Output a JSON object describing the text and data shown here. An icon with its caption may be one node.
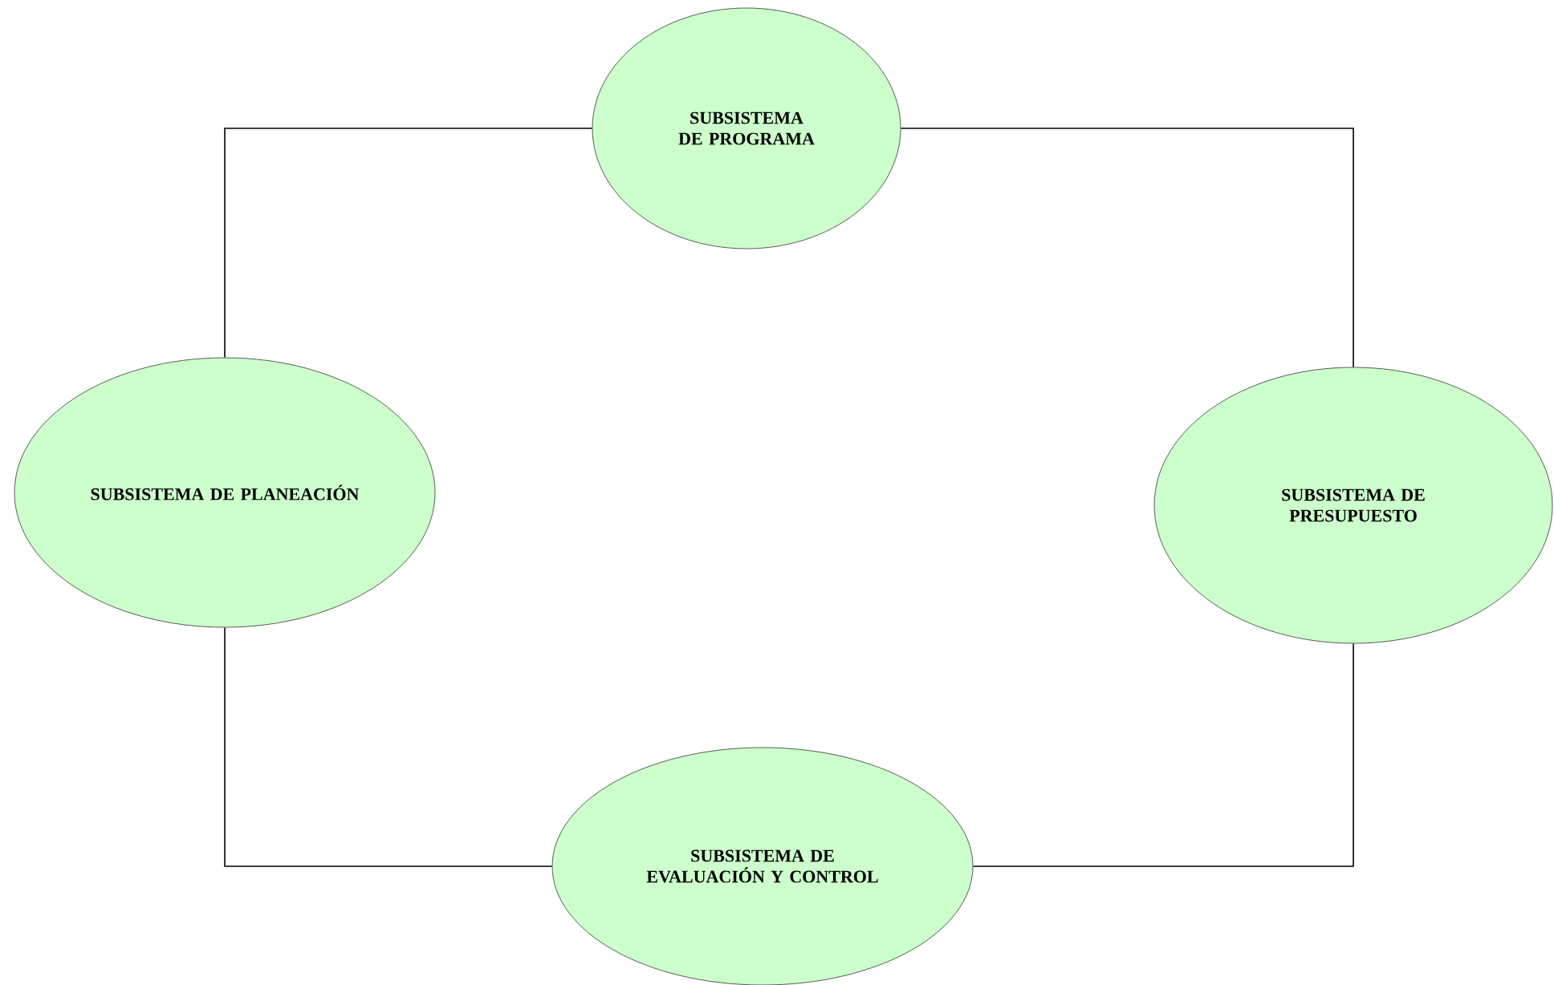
{
  "diagram": {
    "nodes": [
      {
        "text": [
          "SUBSISTEMA DE PROGRAMA"
        ]
      },
      {
        "text": [
          "SUBSISTEMA DE PLANEACIÓN"
        ]
      },
      {
        "text": [
          "SUBSISTEMA DE PRESUPUESTO"
        ]
      },
      {
        "text": [
          "SUBSISTEMA DE EVALUACIÓN Y CONTROL"
        ]
      }
    ],
    "edges": [
      {
        "from": 0,
        "to": 1,
        "arrow": "none"
      },
      {
        "from": 0,
        "to": 2,
        "arrow": "none"
      },
      {
        "from": 2,
        "to": 3,
        "arrow": "none"
      },
      {
        "from": 1,
        "to": 3,
        "arrow": "none"
      }
    ]
  }
}
